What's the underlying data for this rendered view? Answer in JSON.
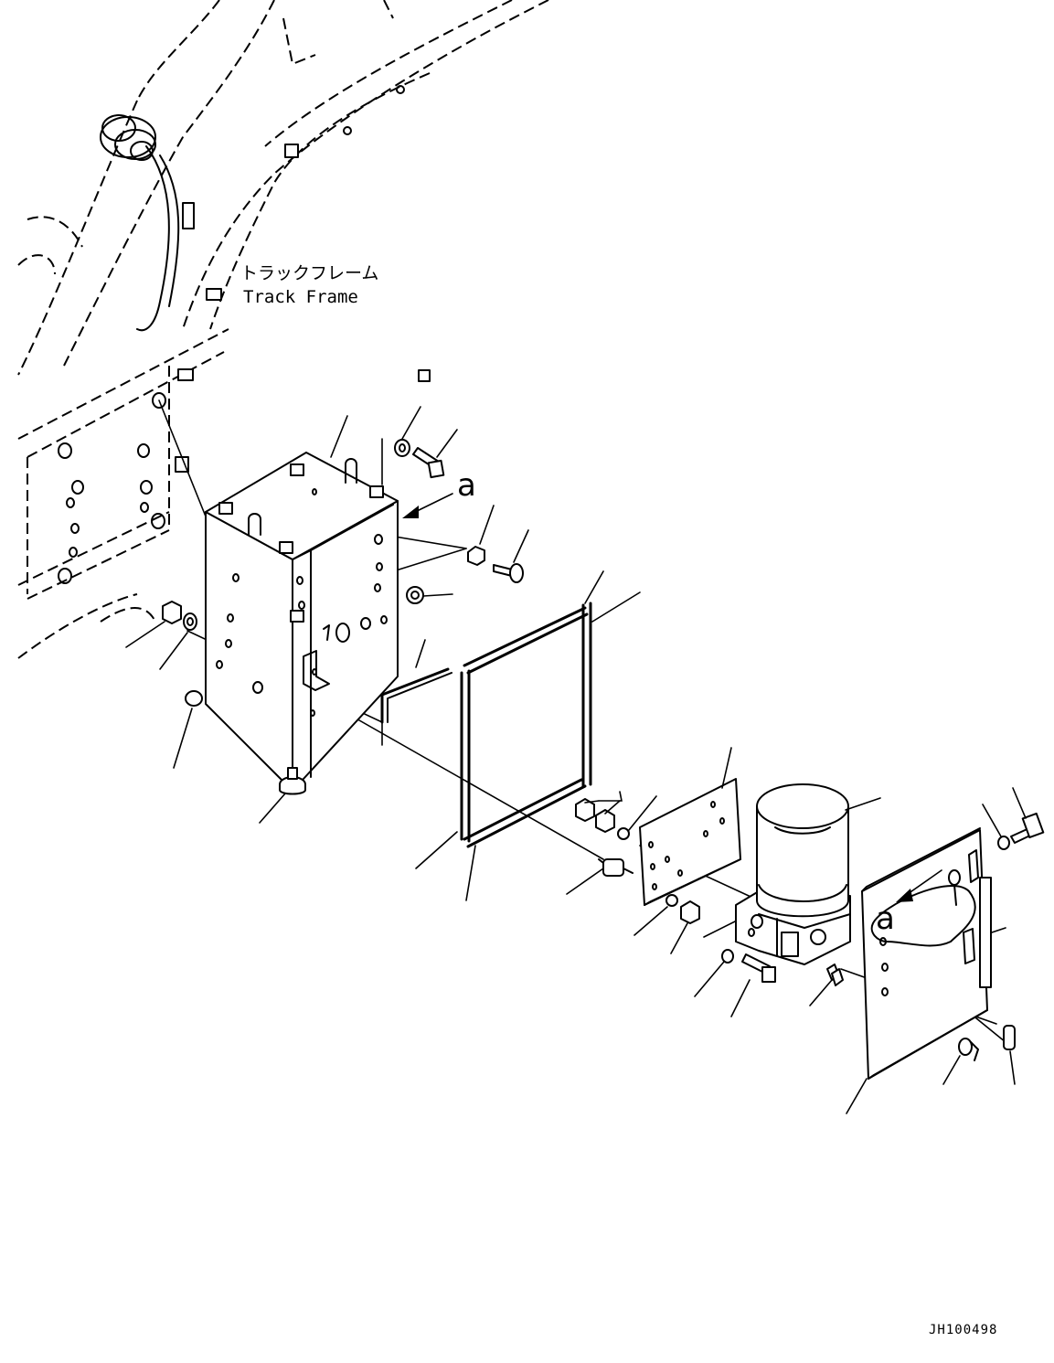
{
  "labels": {
    "track_frame_jp": "トラックフレーム",
    "track_frame_en": "Track Frame",
    "view_ref_top": "a",
    "view_ref_cover": "a",
    "drawing_code": "JH100498"
  }
}
